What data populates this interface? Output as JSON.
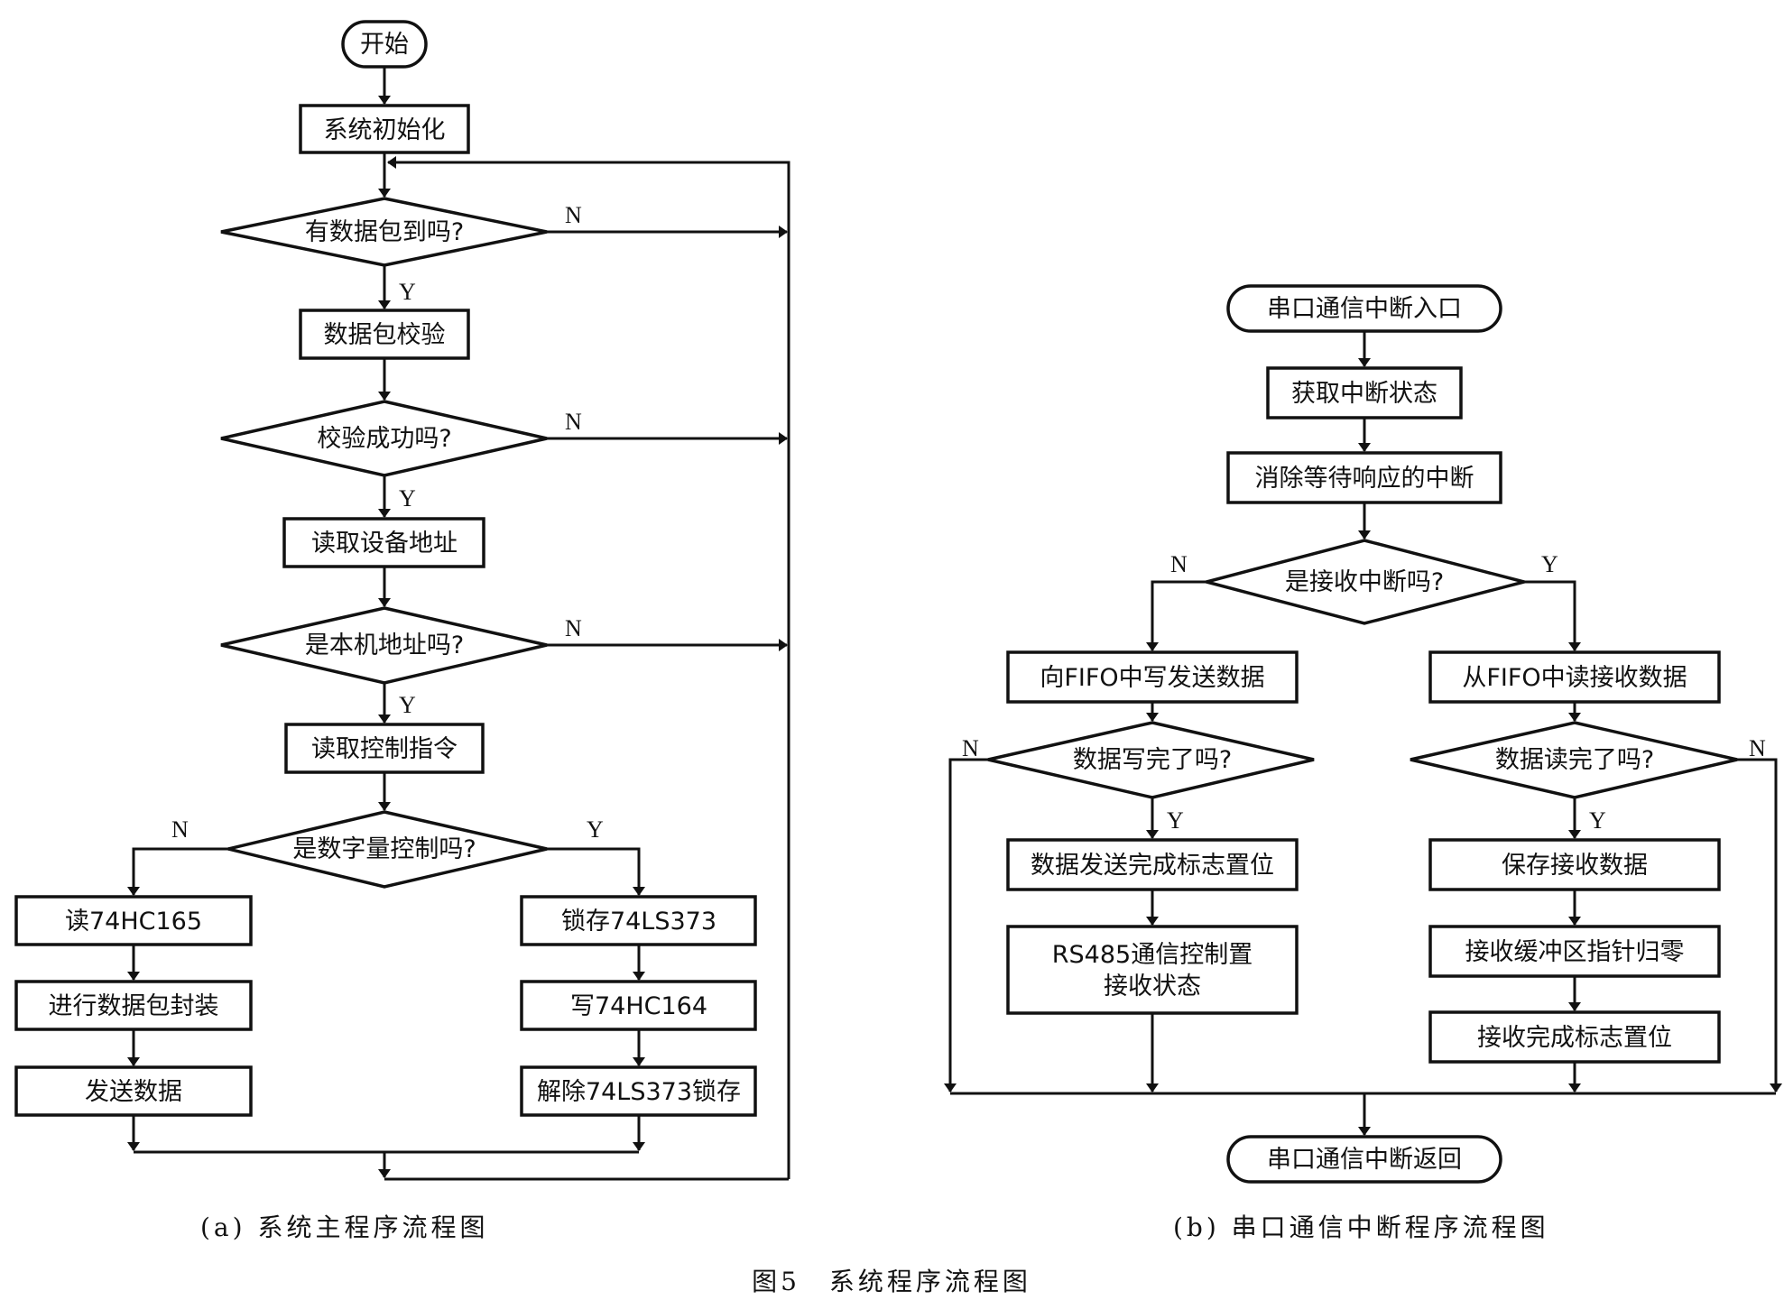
{
  "figure": {
    "caption": "图5　系统程序流程图",
    "subcaption_a": "(a)  系统主程序流程图",
    "subcaption_b": "(b)  串口通信中断程序流程图"
  },
  "main_flow": {
    "start": "开始",
    "init": "系统初始化",
    "decision_packet": "有数据包到吗?",
    "verify": "数据包校验",
    "decision_verify": "校验成功吗?",
    "read_addr": "读取设备地址",
    "decision_addr": "是本机地址吗?",
    "read_cmd": "读取控制指令",
    "decision_digital": "是数字量控制吗?",
    "n_branch": [
      "读74HC165",
      "进行数据包封装",
      "发送数据"
    ],
    "y_branch": [
      "锁存74LS373",
      "写74HC164",
      "解除74LS373锁存"
    ],
    "labels": {
      "yes": "Y",
      "no": "N"
    }
  },
  "isr_flow": {
    "entry": "串口通信中断入口",
    "get_status": "获取中断状态",
    "clear_pending": "消除等待响应的中断",
    "decision_rx": "是接收中断吗?",
    "tx_write": "向FIFO中写发送数据",
    "rx_read": "从FIFO中读接收数据",
    "decision_tx_done": "数据写完了吗?",
    "decision_rx_done": "数据读完了吗?",
    "tx_steps": [
      "数据发送完成标志置位",
      "RS485通信控制置",
      "接收状态"
    ],
    "rx_steps": [
      "保存接收数据",
      "接收缓冲区指针归零",
      "接收完成标志置位"
    ],
    "exit": "串口通信中断返回",
    "labels": {
      "yes": "Y",
      "no": "N"
    }
  }
}
